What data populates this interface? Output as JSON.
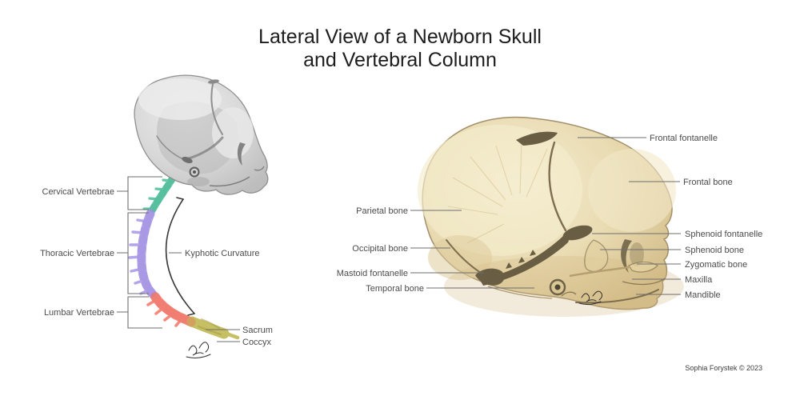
{
  "title": {
    "line1": "Lateral View of a Newborn Skull",
    "line2": "and Vertebral Column"
  },
  "copyright": "Sophia Forystek © 2023",
  "spine_diagram": {
    "labels": {
      "cervical": "Cervical Vertebrae",
      "thoracic": "Thoracic Vertebrae",
      "lumbar": "Lumbar Vertebrae",
      "kyphotic": "Kyphotic Curvature",
      "sacrum": "Sacrum",
      "coccyx": "Coccyx"
    },
    "colors": {
      "cervical": "#62c7a6",
      "thoracic": "#b4a4ea",
      "lumbar": "#f6897e",
      "sacrum_coccyx": "#c6bf63"
    },
    "colors_dark": {
      "cervical": "#3fae8c",
      "thoracic": "#9382d8",
      "lumbar": "#e8695d",
      "sacrum_coccyx": "#a39c42"
    }
  },
  "skull_diagram": {
    "labels": {
      "frontal_fontanelle": "Frontal fontanelle",
      "frontal_bone": "Frontal bone",
      "parietal_bone": "Parietal bone",
      "sphenoid_fontanelle": "Sphenoid fontanelle",
      "sphenoid_bone": "Sphenoid bone",
      "occipital_bone": "Occipital bone",
      "zygomatic_bone": "Zygomatic bone",
      "mastoid_fontanelle": "Mastoid fontanelle",
      "maxilla": "Maxilla",
      "temporal_bone": "Temporal bone",
      "mandible": "Mandible"
    },
    "colors": {
      "bone_base": "#ecdfba",
      "bone_shade": "#d9c493",
      "suture_dark": "#695d43",
      "outline": "#a3906a",
      "gray_skull_base": "#dedede"
    }
  }
}
